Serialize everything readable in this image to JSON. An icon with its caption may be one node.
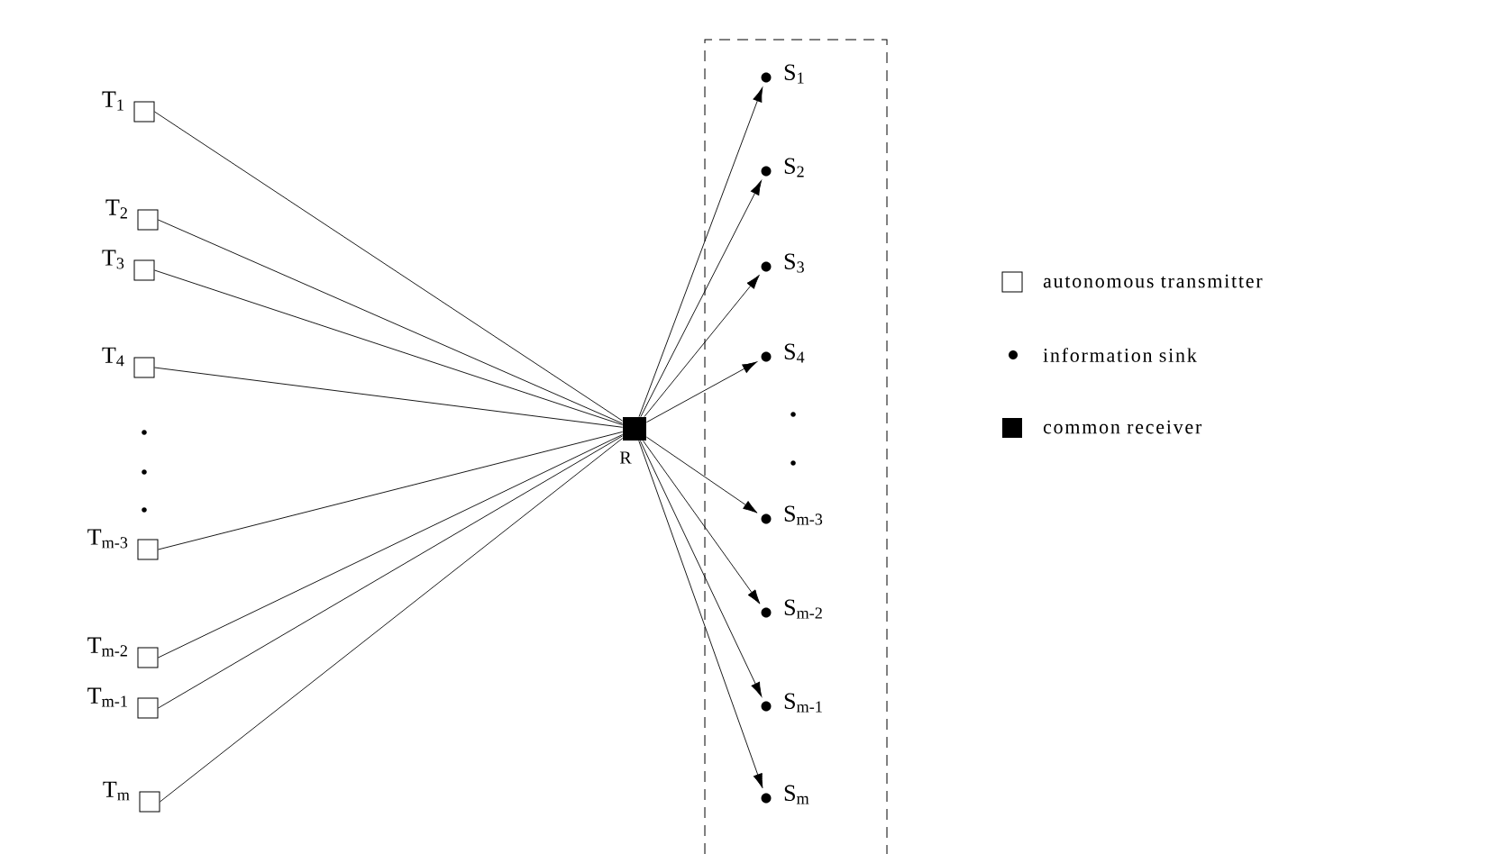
{
  "diagram": {
    "nodes": [
      {
        "text": [
          "T$_{1}$"
        ]
      },
      {
        "text": [
          "T$_{2}$"
        ]
      },
      {
        "text": [
          "T$_{3}$"
        ]
      },
      {
        "text": [
          "T$_{4}$"
        ]
      },
      {
        "text": [
          "T$_{m-3}$"
        ]
      },
      {
        "text": [
          "T$_{m-2}$"
        ]
      },
      {
        "text": [
          "T$_{m-1}$"
        ]
      },
      {
        "text": [
          "T$_{m}$"
        ]
      },
      {
        "text": [
          "R"
        ]
      },
      {
        "text": [],
        "shape": "box"
      },
      {
        "text": [
          "S$_{1}$"
        ],
        "in": 9
      },
      {
        "text": [
          "S$_{2}$"
        ],
        "in": 9
      },
      {
        "text": [
          "S$_{3}$"
        ],
        "in": 9
      },
      {
        "text": [
          "S$_{4}$"
        ],
        "in": 9
      },
      {
        "text": [
          "S$_{m-3}$"
        ],
        "in": 9
      },
      {
        "text": [
          "S$_{m-2}$"
        ],
        "in": 9
      },
      {
        "text": [
          "S$_{m-1}$"
        ],
        "in": 9
      },
      {
        "text": [
          "S$_{m}$"
        ],
        "in": 9
      }
    ],
    "edges": [
      {
        "from": 0,
        "to": 8,
        "arrow": "none"
      },
      {
        "from": 1,
        "to": 8,
        "arrow": "none"
      },
      {
        "from": 2,
        "to": 8,
        "arrow": "none"
      },
      {
        "from": 3,
        "to": 8,
        "arrow": "none"
      },
      {
        "from": 4,
        "to": 8,
        "arrow": "none"
      },
      {
        "from": 5,
        "to": 8,
        "arrow": "none"
      },
      {
        "from": 6,
        "to": 8,
        "arrow": "none"
      },
      {
        "from": 7,
        "to": 8,
        "arrow": "none"
      },
      {
        "from": 8,
        "to": 10,
        "arrow": "to"
      },
      {
        "from": 8,
        "to": 11,
        "arrow": "to"
      },
      {
        "from": 8,
        "to": 12,
        "arrow": "to"
      },
      {
        "from": 8,
        "to": 13,
        "arrow": "to"
      },
      {
        "from": 8,
        "to": 14,
        "arrow": "to"
      },
      {
        "from": 8,
        "to": 15,
        "arrow": "to"
      },
      {
        "from": 8,
        "to": 16,
        "arrow": "to"
      },
      {
        "from": 8,
        "to": 17,
        "arrow": "to"
      }
    ],
    "legend": [
      {
        "text": "autonomous transmitter"
      },
      {
        "text": "information sink"
      },
      {
        "text": "common receiver"
      }
    ]
  }
}
